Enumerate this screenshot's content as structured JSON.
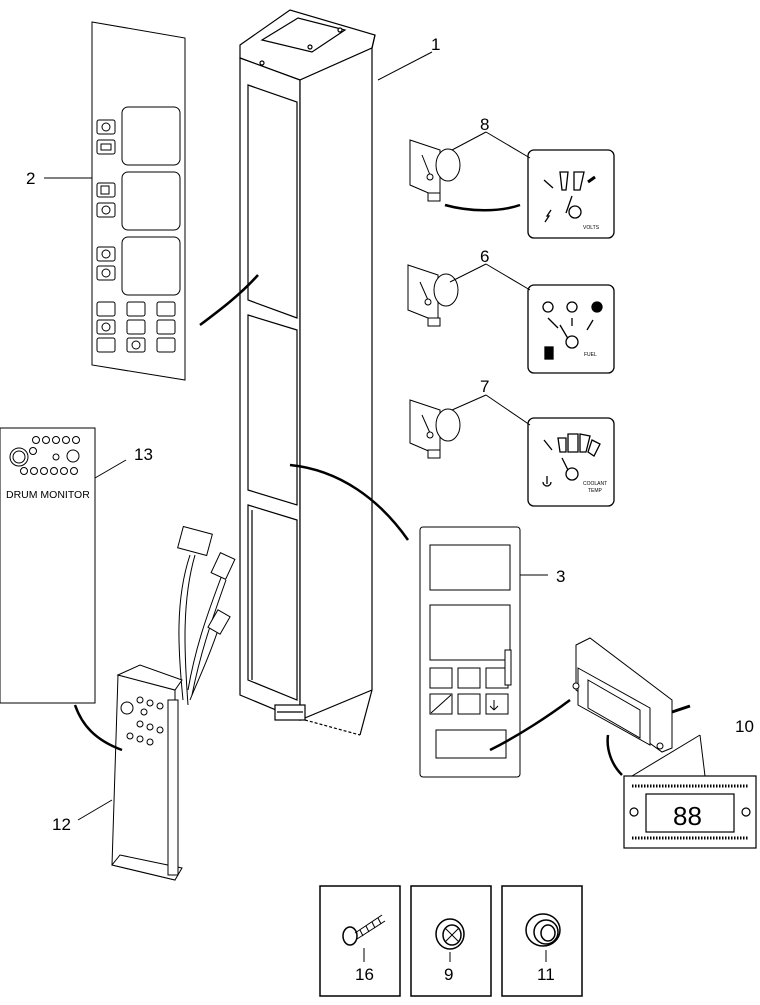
{
  "callouts": {
    "n1": "1",
    "n2": "2",
    "n3": "3",
    "n6": "6",
    "n7": "7",
    "n8": "8",
    "n9": "9",
    "n10": "10",
    "n11": "11",
    "n12": "12",
    "n13": "13",
    "n16": "16"
  },
  "labels": {
    "drum_monitor": "DRUM MONITOR",
    "volts": "VOLTS",
    "fuel": "FUEL",
    "coolant_temp_1": "COOLANT",
    "coolant_temp_2": "TEMP",
    "digital_readout": "88"
  }
}
